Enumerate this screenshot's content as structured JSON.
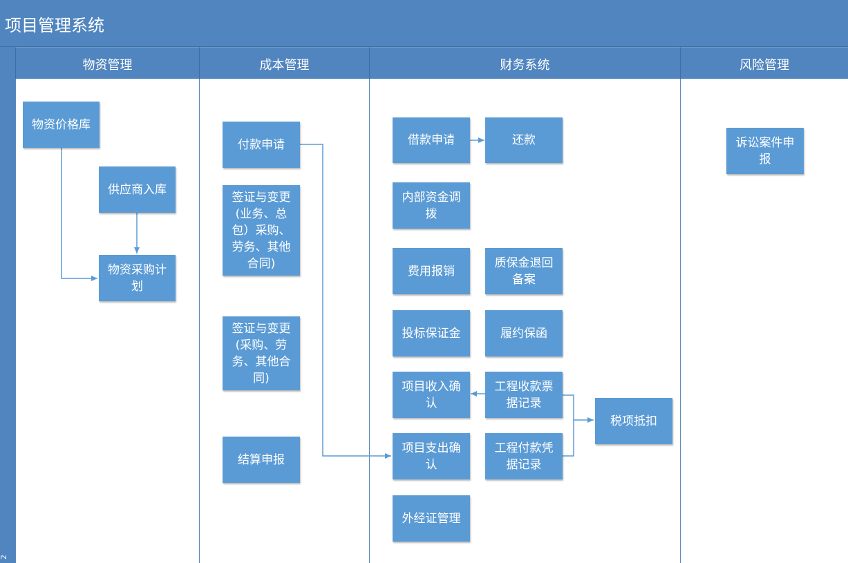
{
  "title": "项目管理系统",
  "side_label": "2",
  "lanes": [
    {
      "name": "物资管理"
    },
    {
      "name": "成本管理"
    },
    {
      "name": "财务系统"
    },
    {
      "name": "风险管理"
    }
  ],
  "nodes": {
    "wzjgk": "物资价格库",
    "gysrk": "供应商入库",
    "wzcgjh": "物资采购计\n划",
    "fksq": "付款申请",
    "qzybg1": "签证与变更\n(业务、总\n包）采购、\n劳务、其他\n合同)",
    "qzybg2": "签证与变更\n(采购、劳\n务、其他合\n同)",
    "jssb": "结算申报",
    "jksq": "借款申请",
    "hk": "还款",
    "nbzjdb": "内部资金调\n拨",
    "fybx": "费用报销",
    "zbjthba": "质保金退回\n备案",
    "tbbzj": "投标保证金",
    "lybh": "履约保函",
    "xmsrqr": "项目收入确\n认",
    "gcskpjjl": "工程收款票\n据记录",
    "sxdk": "税项抵扣",
    "xmzcqr": "项目支出确\n认",
    "gcfkpjjl": "工程付款凭\n据记录",
    "wjzgl": "外经证管理",
    "ssajsb": "诉讼案件申\n报"
  }
}
